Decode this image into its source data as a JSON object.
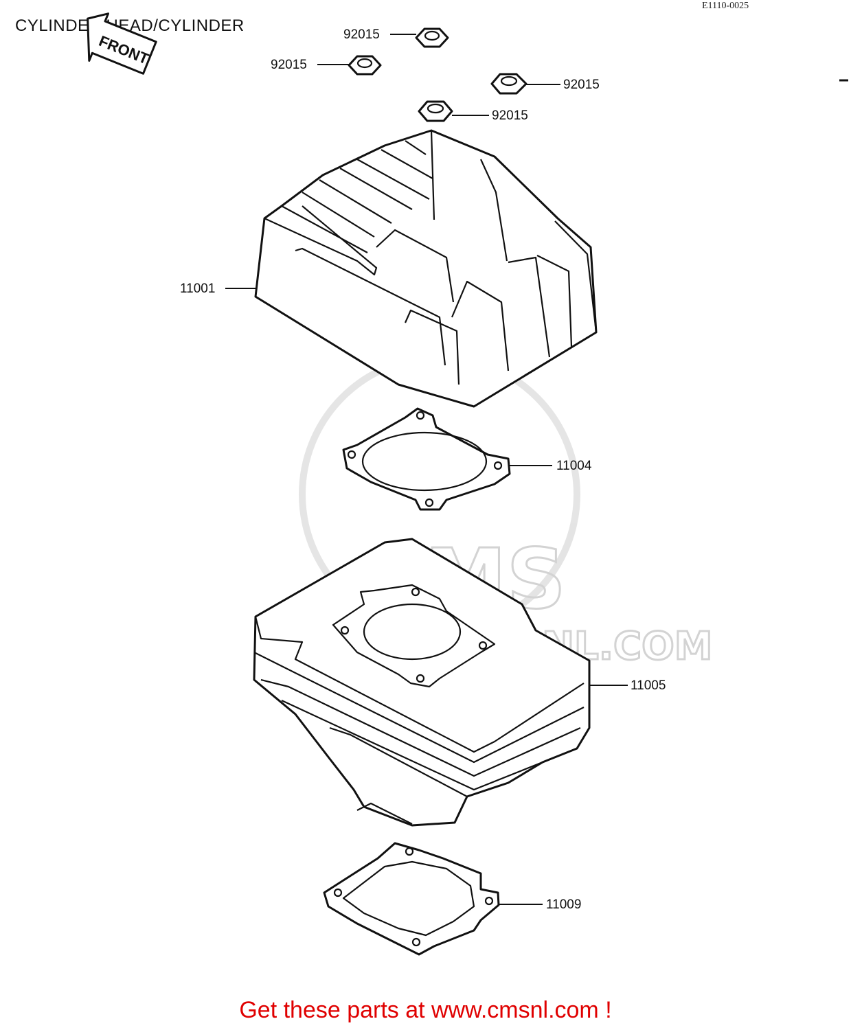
{
  "diagram": {
    "title": "CYLINDER HEAD/CYLINDER",
    "code": "E1110-0025",
    "front_label": "FRONT",
    "parts": [
      {
        "number": "92015"
      },
      {
        "number": "92015"
      },
      {
        "number": "92015"
      },
      {
        "number": "92015"
      },
      {
        "number": "11001"
      },
      {
        "number": "11004"
      },
      {
        "number": "11005"
      },
      {
        "number": "11009"
      }
    ],
    "watermark": {
      "logo": "CMS",
      "url": "WWW.CMSNL.COM"
    }
  },
  "footer": {
    "link_text": "Get these parts at www.cmsnl.com !",
    "color": "#e00000"
  }
}
